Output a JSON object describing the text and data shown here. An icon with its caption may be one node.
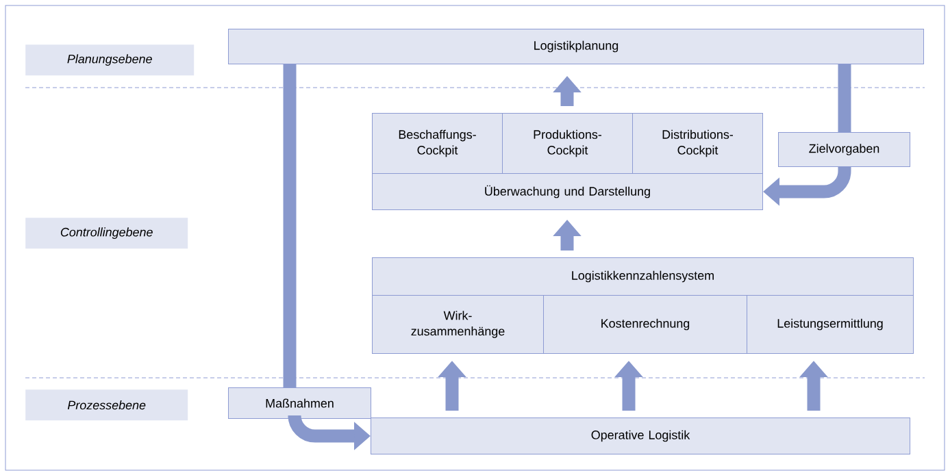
{
  "diagram": {
    "nodes": [
      {
        "text": [
          "Planungsebene"
        ]
      },
      {
        "text": [
          "Controllingebene"
        ]
      },
      {
        "text": [
          "Prozessebene"
        ]
      },
      {
        "text": [
          "Logistikplanung"
        ]
      },
      {
        "text": [
          "Beschaffungs- Cockpit"
        ]
      },
      {
        "text": [
          "Produktions- Cockpit"
        ]
      },
      {
        "text": [
          "Distributions- Cockpit"
        ]
      },
      {
        "text": [
          "Überwachung und Darstellung"
        ]
      },
      {
        "text": [
          "Zielvorgaben"
        ]
      },
      {
        "text": [
          "Logistikkennzahlensystem"
        ]
      },
      {
        "text": [
          "Wirk- zusammenhänge"
        ]
      },
      {
        "text": [
          "Kostenrechnung"
        ]
      },
      {
        "text": [
          "Leistungsermittlung"
        ]
      },
      {
        "text": [
          "Maßnahmen"
        ]
      },
      {
        "text": [
          "Operative Logistik"
        ]
      }
    ],
    "edges": [
      {
        "from": 3,
        "to": 13,
        "arrow": "none"
      },
      {
        "from": 13,
        "to": 14,
        "arrow": "to"
      },
      {
        "from": 3,
        "to": 8,
        "arrow": "none"
      },
      {
        "from": 8,
        "to": 7,
        "arrow": "to"
      },
      {
        "from": 5,
        "to": 3,
        "arrow": "to"
      },
      {
        "from": 9,
        "to": 7,
        "arrow": "to"
      },
      {
        "from": 14,
        "to": 10,
        "arrow": "to"
      },
      {
        "from": 14,
        "to": 11,
        "arrow": "to"
      },
      {
        "from": 14,
        "to": 12,
        "arrow": "to"
      }
    ]
  }
}
